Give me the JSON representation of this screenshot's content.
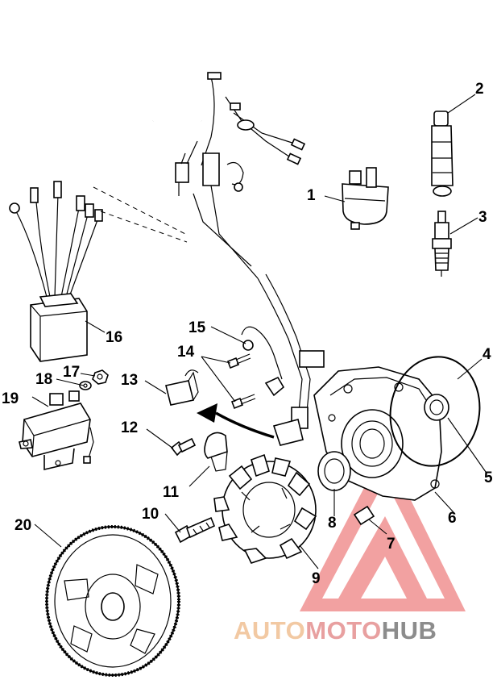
{
  "callouts": [
    {
      "id": "1",
      "text": "1"
    },
    {
      "id": "2",
      "text": "2"
    },
    {
      "id": "3",
      "text": "3"
    },
    {
      "id": "4",
      "text": "4"
    },
    {
      "id": "5",
      "text": "5"
    },
    {
      "id": "6",
      "text": "6"
    },
    {
      "id": "7",
      "text": "7"
    },
    {
      "id": "8",
      "text": "8"
    },
    {
      "id": "9",
      "text": "9"
    },
    {
      "id": "10",
      "text": "10"
    },
    {
      "id": "11",
      "text": "11"
    },
    {
      "id": "12",
      "text": "12"
    },
    {
      "id": "13",
      "text": "13"
    },
    {
      "id": "14",
      "text": "14"
    },
    {
      "id": "15",
      "text": "15"
    },
    {
      "id": "16",
      "text": "16"
    },
    {
      "id": "17",
      "text": "17"
    },
    {
      "id": "18",
      "text": "18"
    },
    {
      "id": "19",
      "text": "19"
    },
    {
      "id": "20",
      "text": "20"
    }
  ],
  "watermark": {
    "part1": "AUTO",
    "part2": "MOTO",
    "part3": "HUB",
    "color_light": "#f2c9a3",
    "color_dark": "#8c8c8c",
    "logo_color": "#e85555"
  }
}
